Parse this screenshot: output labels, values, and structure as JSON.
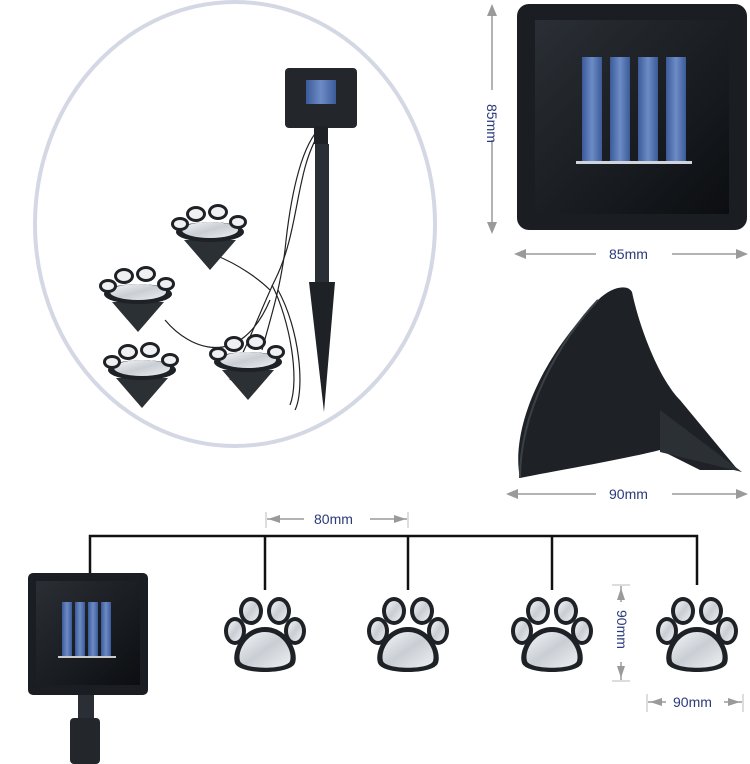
{
  "dimensions": {
    "panel_height": "85mm",
    "panel_width": "85mm",
    "stake_width": "90mm",
    "paw_spacing": "80mm",
    "paw_height": "90mm",
    "paw_width": "90mm"
  },
  "colors": {
    "label_text": "#2a3a7a",
    "dimension_line": "#9a9a9a",
    "product_black": "#1e2226",
    "solar_cell_blue": "#4a6aa8",
    "circle_outline": "#d4d8e4",
    "paw_lens": "#d8dde2"
  },
  "icons": {
    "solar_panel": "solar-panel-icon",
    "paw_light": "paw-print-icon",
    "ground_stake": "ground-stake-icon"
  },
  "paw_lights_count": 4
}
